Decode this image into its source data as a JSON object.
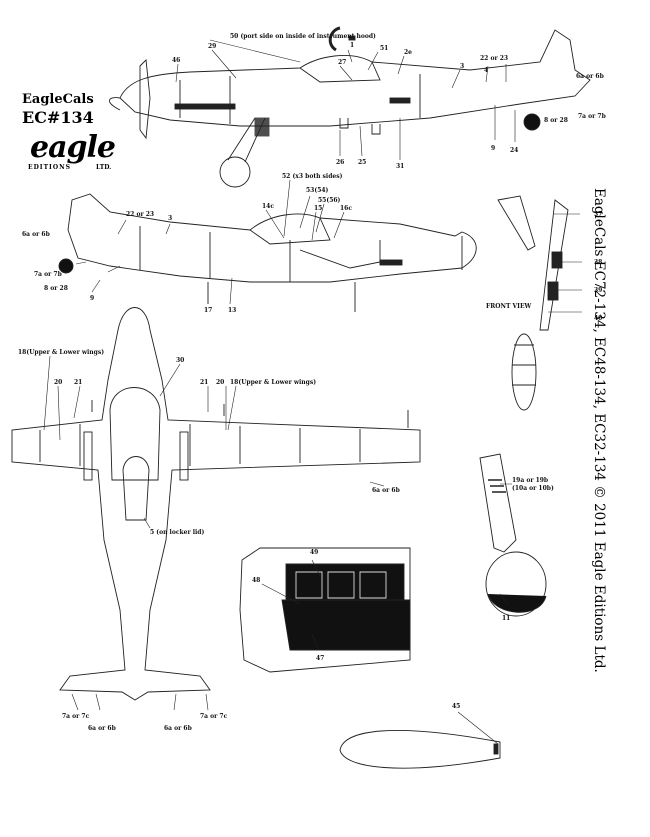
{
  "logo": {
    "brand": "EagleCals",
    "code": "EC#134",
    "word": "eagle",
    "editions": "EDITIONS",
    "ltd": "LTD."
  },
  "side_text": "EagleCals EC72-134, EC48-134, EC32-134  © 2011 Eagle Editions Ltd.",
  "labels": {
    "note_50": "50 (port side on inside of instrument hood)",
    "l1": "1",
    "l51": "51",
    "l2e": "2e",
    "l29": "29",
    "l27": "27",
    "l46": "46",
    "l3a": "3",
    "l22_23a": "22 or 23",
    "l4": "4",
    "l6a_6b_a": "6a or 6b",
    "l7a_7b_a": "7a or 7b",
    "l8_28a": "8 or 28",
    "l9a": "9",
    "l24": "24",
    "l26": "26",
    "l25": "25",
    "l31": "31",
    "note_52": "52 (x3 both sides)",
    "l53_54": "53(54)",
    "l55_56": "55(56)",
    "l14c": "14c",
    "l15": "15",
    "l16c": "16c",
    "l6a_6b_b": "6a or 6b",
    "l22_23b": "22 or 23",
    "l3b": "3",
    "l7a_7b_b": "7a or 7b",
    "l8_28b": "8 or 28",
    "l9b": "9",
    "l17": "17",
    "l13": "13",
    "l37": "37",
    "l38": "38",
    "l39": "39",
    "l40": "40",
    "front_view": "FRONT VIEW",
    "l18_left": "18(Upper & Lower wings)",
    "l18_right": "18(Upper & Lower wings)",
    "l20a": "20",
    "l21a": "21",
    "l30": "30",
    "l21b": "21",
    "l20b": "20",
    "l6a_6b_c": "6a or 6b",
    "note_5": "5 (on locker lid)",
    "l19": "19a or 19b",
    "l10": "(10a or 10b)",
    "l11": "11",
    "l49": "49",
    "l48": "48",
    "l47": "47",
    "l7a_7c_a": "7a or 7c",
    "l6a_6b_d": "6a or 6b",
    "l6a_6b_e": "6a or 6b",
    "l7a_7c_b": "7a or 7c",
    "l45": "45"
  }
}
